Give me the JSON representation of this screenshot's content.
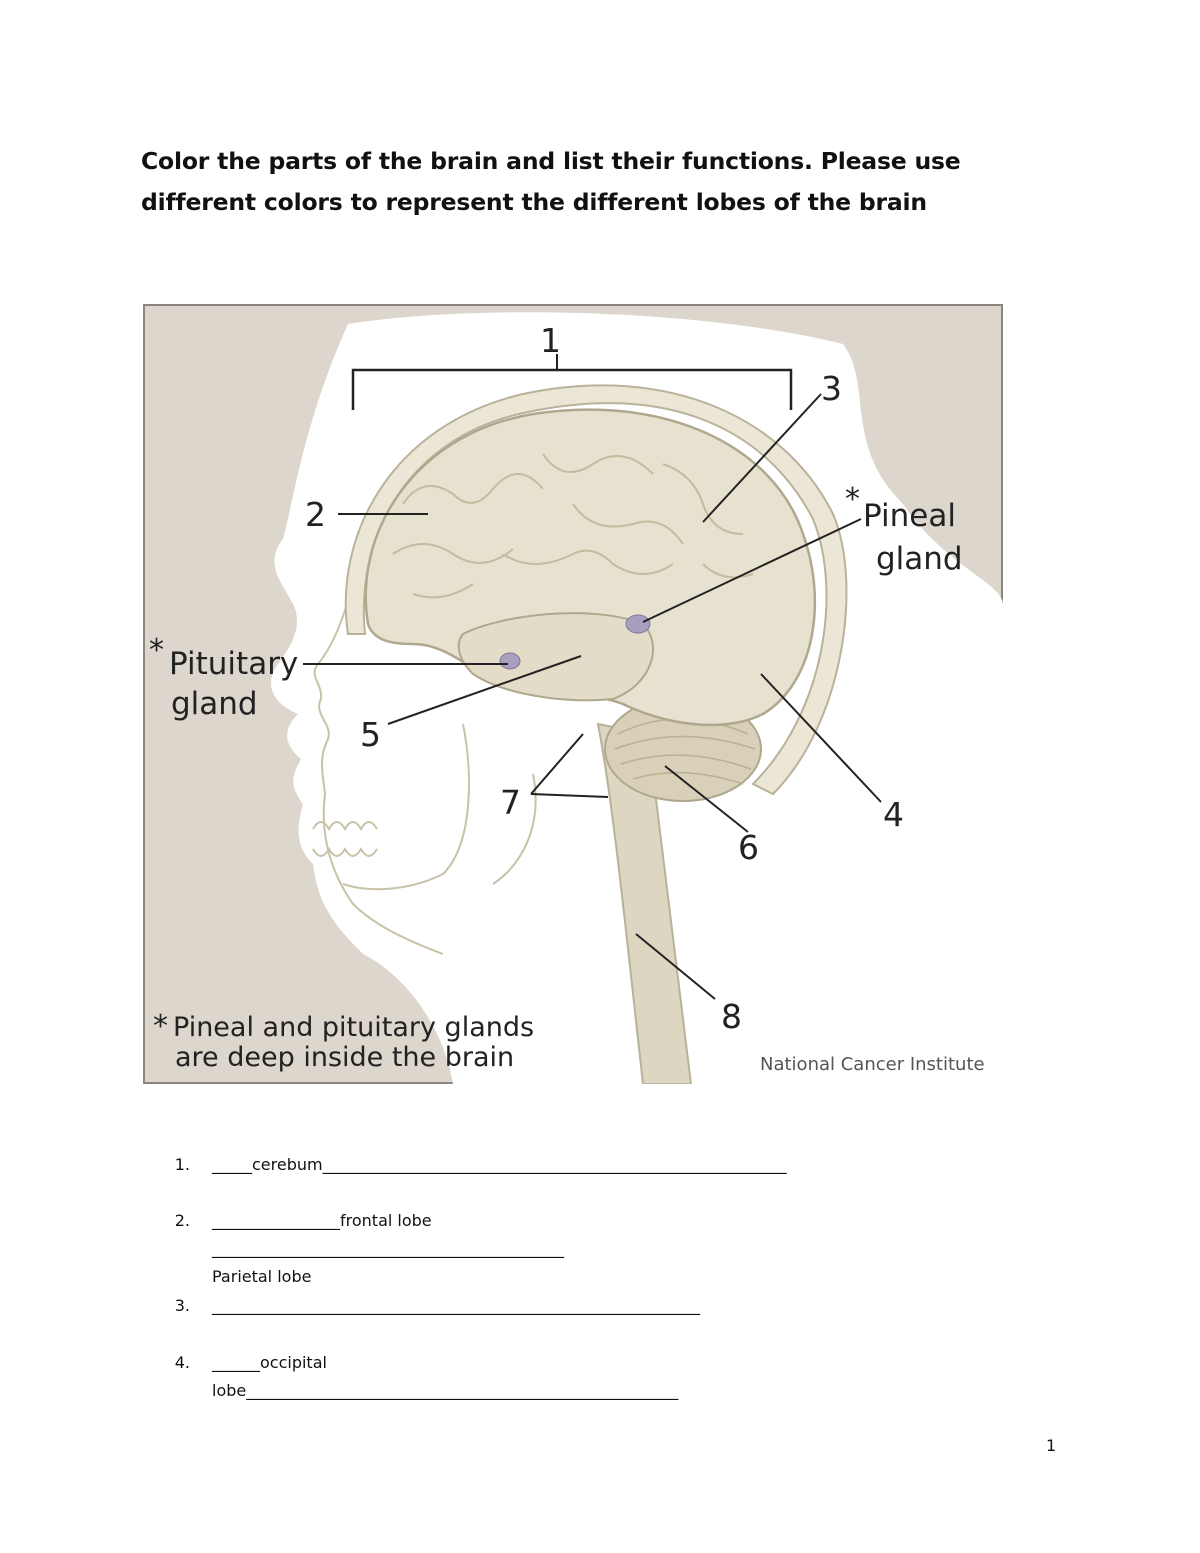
{
  "heading": {
    "line1": "Color the parts of the brain and list their functions. Please use",
    "line2": "different colors to represent the different lobes of the brain"
  },
  "figure": {
    "labels": {
      "n1": "1",
      "n2": "2",
      "n3": "3",
      "n4": "4",
      "n5": "5",
      "n6": "6",
      "n7": "7",
      "n8": "8"
    },
    "pineal_asterisk": "*",
    "pineal_line1": "Pineal",
    "pineal_line2": "gland",
    "pituitary_asterisk": "*",
    "pituitary_line1": "Pituitary",
    "pituitary_line2": "gland",
    "footnote_asterisk": "*",
    "footnote_line1": "Pineal and pituitary glands",
    "footnote_line2": "are deep inside the brain",
    "credit": "National Cancer Institute",
    "colors": {
      "background": "#dcd6cd",
      "brain": "#e7e1cf",
      "brain_shadow": "#c9c0a6",
      "gland": "#a79fbd",
      "frame": "#8a857e"
    }
  },
  "answers": [
    {
      "number": "1.",
      "text": "_____cerebum__________________________________________________________"
    },
    {
      "number": "2.",
      "text": "________________frontal lobe"
    },
    {
      "number": "",
      "text": "____________________________________________"
    },
    {
      "number": "",
      "text": "Parietal lobe"
    },
    {
      "number": "3.",
      "text": "_____________________________________________________________"
    },
    {
      "number": "4.",
      "text": "______occipital"
    },
    {
      "number": "",
      "text": "lobe______________________________________________________"
    }
  ],
  "page_number": "1"
}
